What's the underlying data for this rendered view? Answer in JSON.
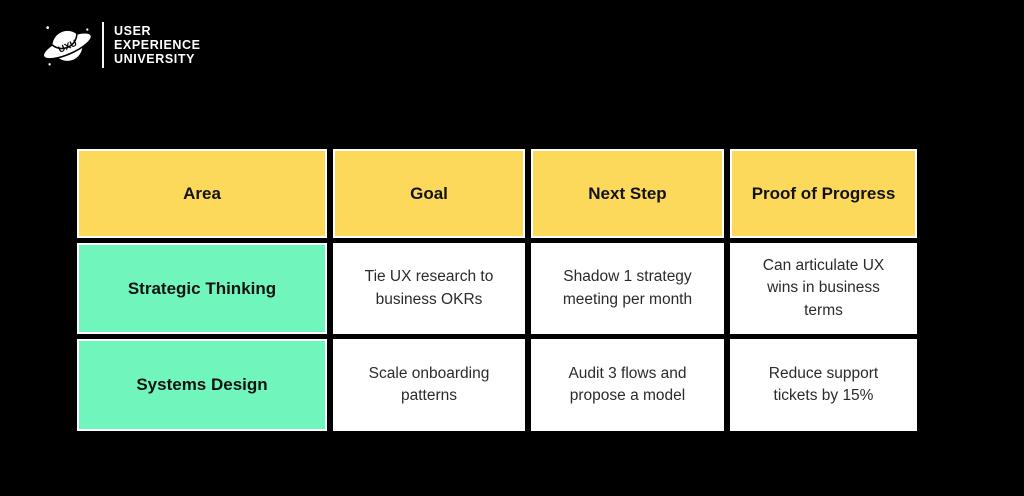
{
  "colors": {
    "background": "#000000",
    "header_bg": "#fcd95b",
    "area_bg": "#70f6bc",
    "cell_bg": "#ffffff",
    "logo_fg": "#ffffff"
  },
  "logo": {
    "acronym": "UXU",
    "name_line1": "User",
    "name_line2": "Experience",
    "name_line3": "University"
  },
  "table": {
    "columns": [
      "Area",
      "Goal",
      "Next Step",
      "Proof of Progress"
    ],
    "rows": [
      {
        "cells": [
          "Strategic Thinking",
          "Tie UX research to business OKRs",
          "Shadow 1 strategy meeting per month",
          "Can articulate UX wins in business terms"
        ]
      },
      {
        "cells": [
          "Systems Design",
          "Scale onboarding patterns",
          "Audit 3 flows and propose a model",
          "Reduce support tickets by 15%"
        ]
      }
    ]
  }
}
